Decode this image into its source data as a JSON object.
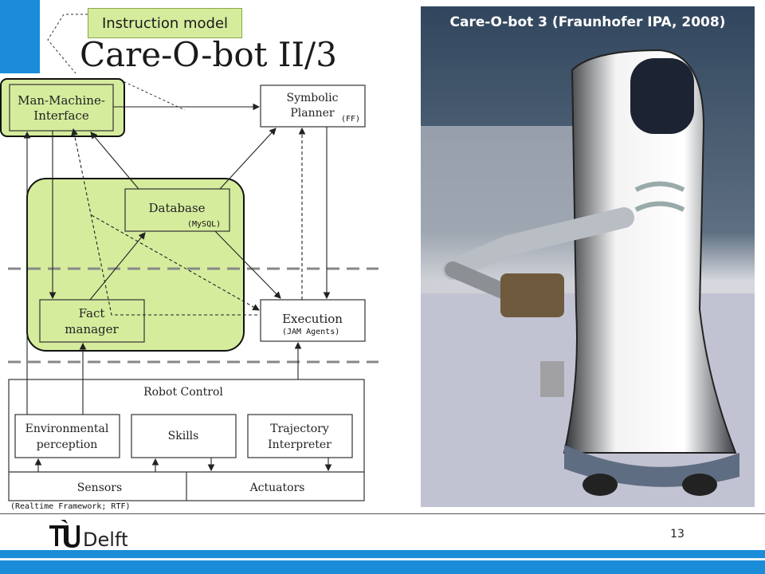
{
  "slide": {
    "title": "Care-O-bot II/3",
    "badge": "Instruction model",
    "page_number": "13"
  },
  "photo": {
    "caption": "Care-O-bot 3 (Fraunhofer IPA, 2008)"
  },
  "diagram": {
    "nodes": {
      "mmi_line1": "Man-Machine-",
      "mmi_line2": "Interface",
      "planner_line1": "Symbolic",
      "planner_line2": "Planner",
      "planner_note": "(FF)",
      "database": "Database",
      "database_note": "(MySQL)",
      "fact_line1": "Fact",
      "fact_line2": "manager",
      "execution": "Execution",
      "execution_note": "(JAM Agents)",
      "robot_control": "Robot Control",
      "env_line1": "Environmental",
      "env_line2": "perception",
      "skills": "Skills",
      "traj_line1": "Trajectory",
      "traj_line2": "Interpreter",
      "sensors": "Sensors",
      "actuators": "Actuators",
      "rtf_note": "(Realtime Framework; RTF)"
    }
  },
  "logo": {
    "text_tu": "TU",
    "text_delft": "Delft"
  },
  "colors": {
    "accent_blue": "#1a8cd8",
    "highlight_green": "#d5ec9d",
    "highlight_border": "#1a1a1a"
  }
}
